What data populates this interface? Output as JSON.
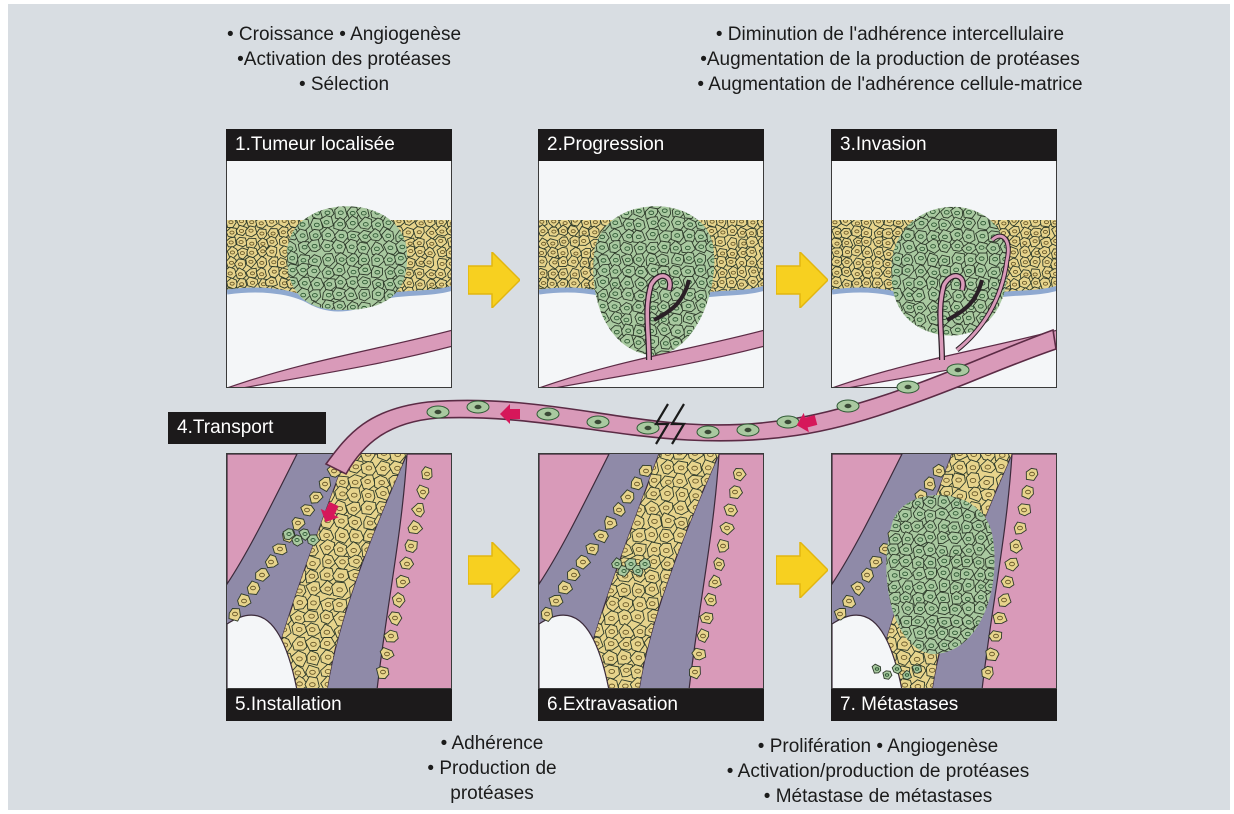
{
  "notes": {
    "top_left": [
      "• Croissance • Angiogenèse",
      "•Activation des protéases",
      "• Sélection"
    ],
    "top_right": [
      "• Diminution de l'adhérence intercellulaire",
      "•Augmentation de la production de protéases",
      "• Augmentation de l'adhérence cellule-matrice"
    ],
    "bottom_middle": [
      "• Adhérence",
      "• Production de",
      "protéases"
    ],
    "bottom_right": [
      "• Prolifération • Angiogenèse",
      "• Activation/production de protéases",
      "• Métastase de métastases"
    ]
  },
  "stages": [
    {
      "label": "1.Tumeur localisée"
    },
    {
      "label": "2.Progression"
    },
    {
      "label": "3.Invasion"
    },
    {
      "label": "4.Transport"
    },
    {
      "label": "5.Installation"
    },
    {
      "label": "6.Extravasation"
    },
    {
      "label": "7. Métastases"
    }
  ],
  "colors": {
    "background": "#d8dde2",
    "label_background": "#1c1a1b",
    "tumor_cells": "#a9c9a0",
    "epithelium": "#e7d48c",
    "vessel": "#d99ab9",
    "flow_arrow": "#d6175a",
    "step_arrow": "#f7d020",
    "stroma": "#8f8aa8",
    "basement_membrane": "#8fa9d0"
  }
}
